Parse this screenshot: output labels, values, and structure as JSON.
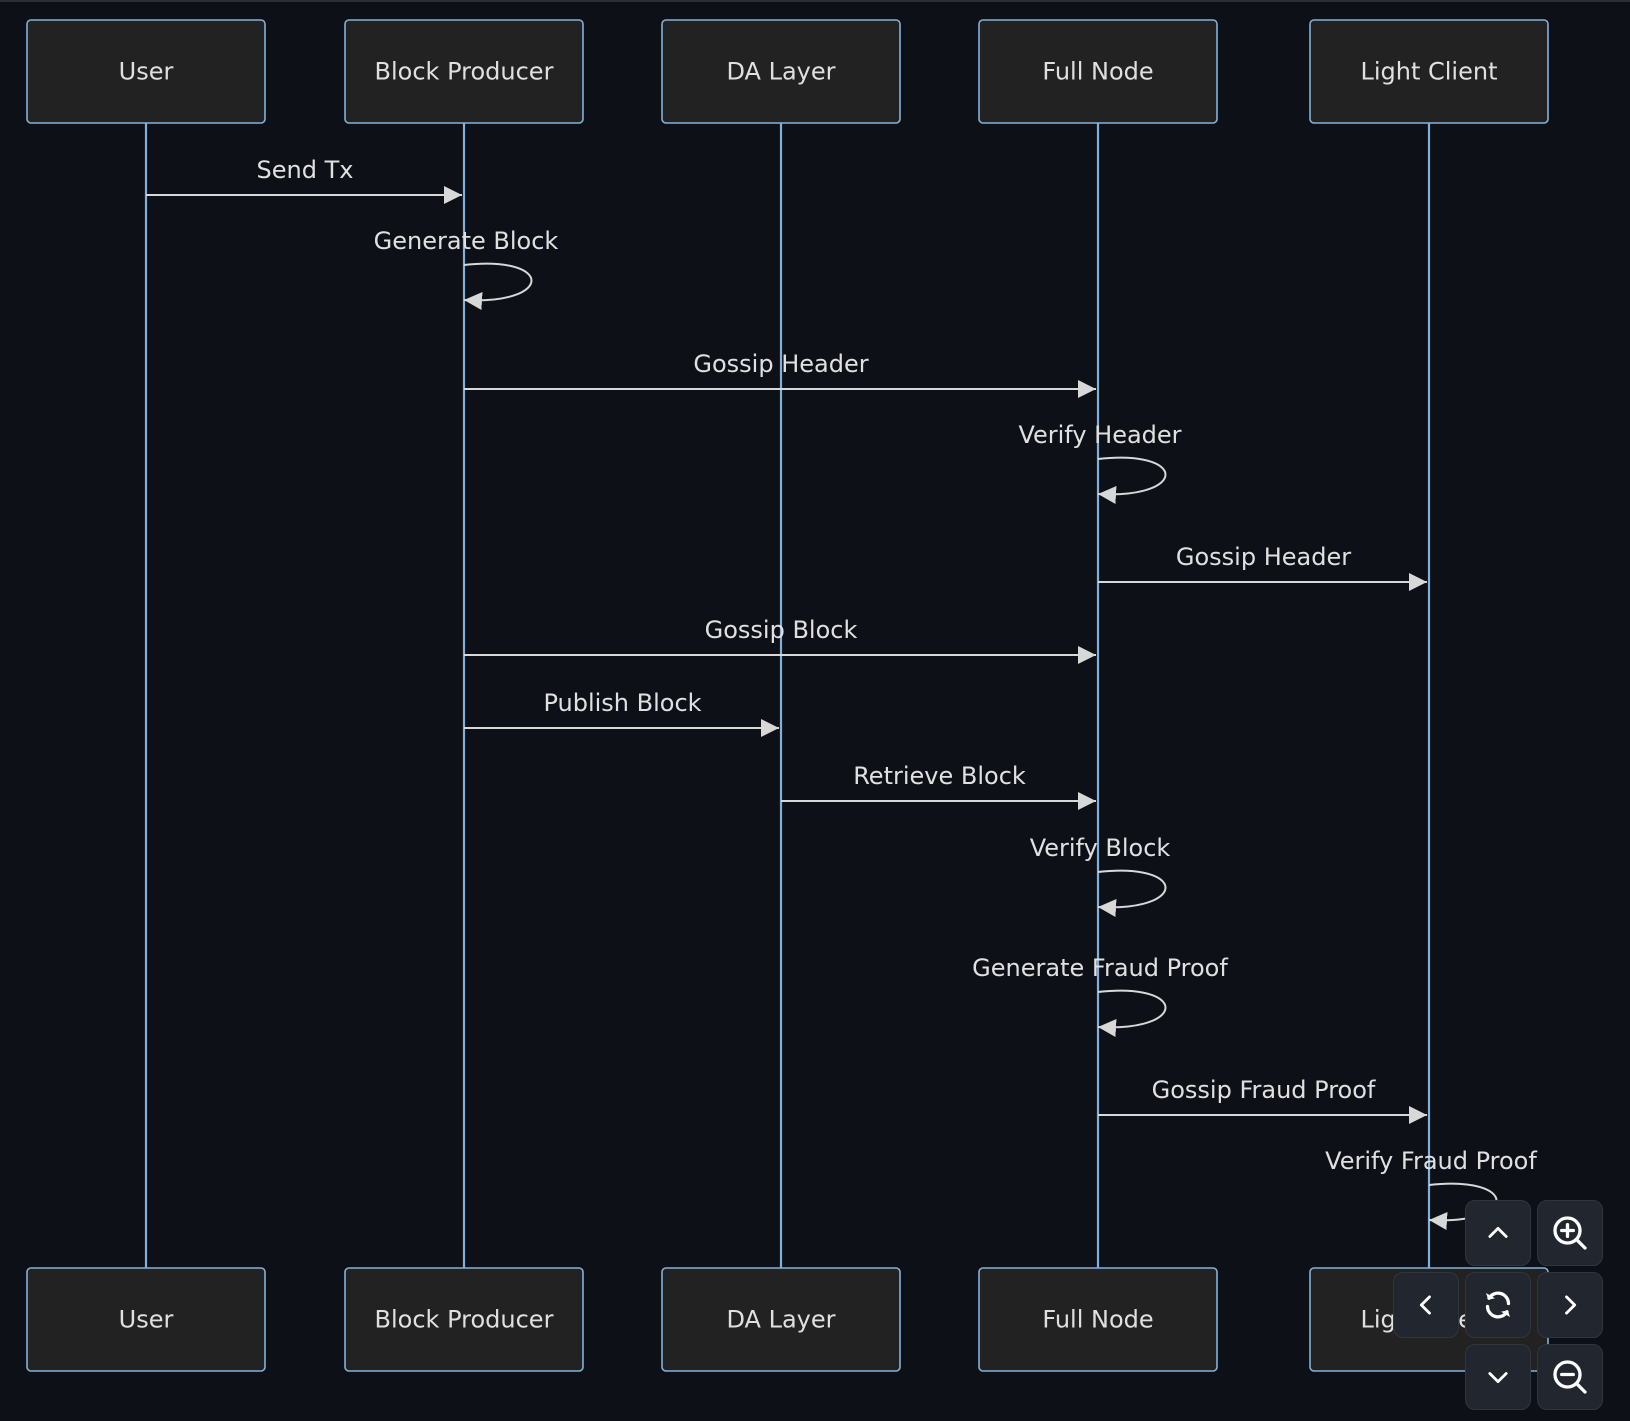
{
  "diagram": {
    "type": "sequence",
    "actors": [
      "User",
      "Block Producer",
      "DA Layer",
      "Full Node",
      "Light Client"
    ],
    "messages": [
      {
        "from": 0,
        "to": 1,
        "label": "Send Tx"
      },
      {
        "from": 1,
        "to": 1,
        "label": "Generate Block"
      },
      {
        "from": 1,
        "to": 3,
        "label": "Gossip Header"
      },
      {
        "from": 3,
        "to": 3,
        "label": "Verify Header"
      },
      {
        "from": 3,
        "to": 4,
        "label": "Gossip Header"
      },
      {
        "from": 1,
        "to": 3,
        "label": "Gossip Block"
      },
      {
        "from": 1,
        "to": 2,
        "label": "Publish Block"
      },
      {
        "from": 2,
        "to": 3,
        "label": "Retrieve Block"
      },
      {
        "from": 3,
        "to": 3,
        "label": "Verify Block"
      },
      {
        "from": 3,
        "to": 3,
        "label": "Generate Fraud Proof"
      },
      {
        "from": 3,
        "to": 4,
        "label": "Gossip Fraud Proof"
      },
      {
        "from": 4,
        "to": 4,
        "label": "Verify Fraud Proof"
      }
    ]
  },
  "controls": [
    {
      "name": "pan-up-button",
      "icon": "chevron-up-icon"
    },
    {
      "name": "zoom-in-button",
      "icon": "zoom-in-icon"
    },
    {
      "name": "pan-left-button",
      "icon": "chevron-left-icon"
    },
    {
      "name": "reset-view-button",
      "icon": "refresh-icon"
    },
    {
      "name": "pan-right-button",
      "icon": "chevron-right-icon"
    },
    {
      "name": "pan-down-button",
      "icon": "chevron-down-icon"
    },
    {
      "name": "zoom-out-button",
      "icon": "zoom-out-icon"
    }
  ],
  "colors": {
    "background": "#0d1117",
    "actor_fill": "#222222",
    "actor_border": "#81b1db",
    "message": "#d8d8d8",
    "text": "#e0e0e0"
  }
}
